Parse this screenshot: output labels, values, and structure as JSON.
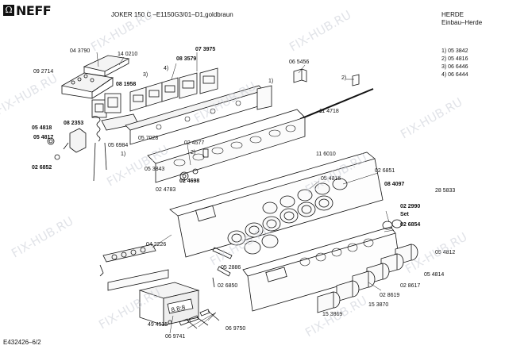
{
  "header": {
    "logo_text": "NEFF",
    "model_line": "JOKER 150 C  –E1150G3/01–D1,goldbraun",
    "category_1": "HERDE",
    "category_2": "Einbau–Herde"
  },
  "legend": [
    "1)  05 3842",
    "2)  05 4816",
    "3)  06 6446",
    "4)  06 6444"
  ],
  "footer": {
    "doc_id": "E432426–6/2"
  },
  "watermark": "FIX-HUB.RU",
  "part_labels": [
    {
      "id": "p1",
      "text": "04 3790",
      "bold": false
    },
    {
      "id": "p2",
      "text": "14 0210",
      "bold": false
    },
    {
      "id": "p3",
      "text": "07 3975",
      "bold": true
    },
    {
      "id": "p4",
      "text": "08 3579",
      "bold": true
    },
    {
      "id": "p5",
      "text": "09 2714",
      "bold": false
    },
    {
      "id": "p6",
      "text": "3)",
      "bold": false
    },
    {
      "id": "p7",
      "text": "4)",
      "bold": false
    },
    {
      "id": "p8",
      "text": "06 5456",
      "bold": false
    },
    {
      "id": "p9",
      "text": "1)",
      "bold": false
    },
    {
      "id": "p10",
      "text": "2)",
      "bold": false
    },
    {
      "id": "p11",
      "text": "08 1958",
      "bold": true
    },
    {
      "id": "p12",
      "text": "11 4718",
      "bold": false
    },
    {
      "id": "p13",
      "text": "08 2353",
      "bold": true
    },
    {
      "id": "p14",
      "text": "05 4818",
      "bold": true
    },
    {
      "id": "p15",
      "text": "05 4817",
      "bold": true
    },
    {
      "id": "p16",
      "text": "05 6984",
      "bold": false
    },
    {
      "id": "p17",
      "text": "05 7028",
      "bold": false
    },
    {
      "id": "p18",
      "text": "02 4577",
      "bold": false
    },
    {
      "id": "p19",
      "text": "1)",
      "bold": false
    },
    {
      "id": "p20",
      "text": "2)",
      "bold": false
    },
    {
      "id": "p21",
      "text": "11 6010",
      "bold": false
    },
    {
      "id": "p22",
      "text": "02 6852",
      "bold": true
    },
    {
      "id": "p23",
      "text": "05 3843",
      "bold": false
    },
    {
      "id": "p24",
      "text": "02 4698",
      "bold": true
    },
    {
      "id": "p25",
      "text": "02 4783",
      "bold": false
    },
    {
      "id": "p26",
      "text": "05 4815",
      "bold": false
    },
    {
      "id": "p27",
      "text": "02 6851",
      "bold": false
    },
    {
      "id": "p28",
      "text": "08 4097",
      "bold": true
    },
    {
      "id": "p29",
      "text": "28 5833",
      "bold": false
    },
    {
      "id": "p30",
      "text": "02 2990",
      "bold": true
    },
    {
      "id": "p31",
      "text": "Set",
      "bold": true
    },
    {
      "id": "p32",
      "text": "02 6854",
      "bold": true
    },
    {
      "id": "p33",
      "text": "04 2226",
      "bold": false
    },
    {
      "id": "p34",
      "text": "05 2886",
      "bold": false
    },
    {
      "id": "p35",
      "text": "05 4812",
      "bold": false
    },
    {
      "id": "p36",
      "text": "02 6850",
      "bold": false
    },
    {
      "id": "p37",
      "text": "05 4814",
      "bold": false
    },
    {
      "id": "p38",
      "text": "02 8617",
      "bold": false
    },
    {
      "id": "p39",
      "text": "02 8619",
      "bold": false
    },
    {
      "id": "p40",
      "text": "15 3870",
      "bold": false
    },
    {
      "id": "p41",
      "text": "49 4535",
      "bold": false
    },
    {
      "id": "p42",
      "text": "06 9750",
      "bold": false
    },
    {
      "id": "p43",
      "text": "15 3869",
      "bold": false
    },
    {
      "id": "p44",
      "text": "06 9741",
      "bold": false
    }
  ]
}
